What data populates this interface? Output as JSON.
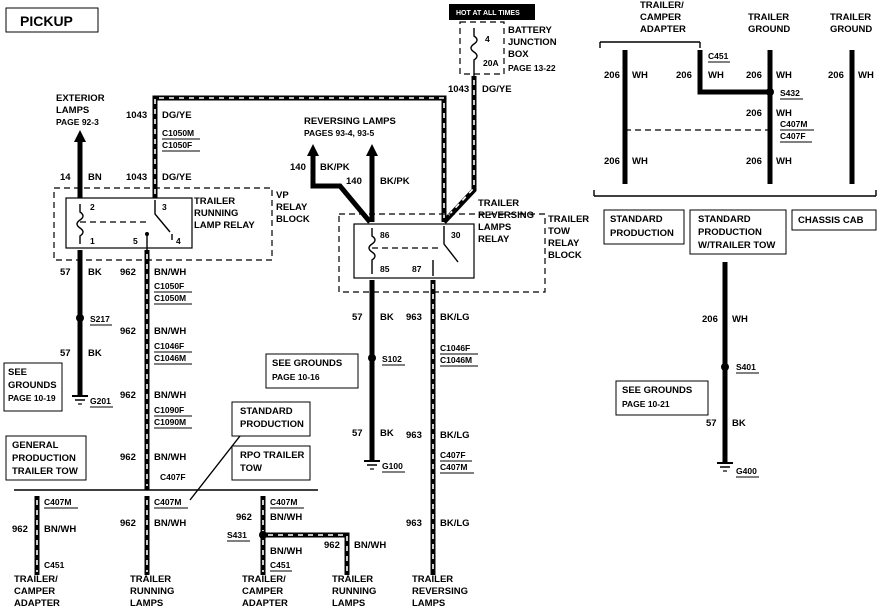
{
  "title": "PICKUP",
  "hot_label": "HOT AT ALL TIMES",
  "battery_box": {
    "name_l1": "BATTERY",
    "name_l2": "JUNCTION",
    "name_l3": "BOX",
    "page": "PAGE  13-22",
    "pin": "4",
    "fuse": "20A"
  },
  "exterior_lamps": {
    "l1": "EXTERIOR",
    "l2": "LAMPS",
    "page": "PAGE 92-3"
  },
  "reversing_lamps_top": {
    "l1": "REVERSING LAMPS",
    "pages": "PAGES 93-4, 93-5"
  },
  "vp_relay_block": {
    "l1": "VP",
    "l2": "RELAY",
    "l3": "BLOCK"
  },
  "running_relay": {
    "l1": "TRAILER",
    "l2": "RUNNING",
    "l3": "LAMP RELAY",
    "pins": [
      "2",
      "3",
      "1",
      "5",
      "4"
    ]
  },
  "reversing_relay": {
    "l1": "TRAILER",
    "l2": "REVERSING",
    "l3": "LAMPS",
    "l4": "RELAY",
    "pins": [
      "86",
      "30",
      "85",
      "87"
    ]
  },
  "tow_relay_block": {
    "l1": "TRAILER",
    "l2": "TOW",
    "l3": "RELAY",
    "l4": "BLOCK"
  },
  "wires": {
    "w1043_dgye": {
      "circuit": "1043",
      "color": "DG/YE"
    },
    "w14_bn": {
      "circuit": "14",
      "color": "BN"
    },
    "w140_bkpk": {
      "circuit": "140",
      "color": "BK/PK"
    },
    "w57_bk": {
      "circuit": "57",
      "color": "BK"
    },
    "w962_bnwh": {
      "circuit": "962",
      "color": "BN/WH"
    },
    "w963_bklg": {
      "circuit": "963",
      "color": "BK/LG"
    },
    "w206_wh": {
      "circuit": "206",
      "color": "WH"
    }
  },
  "connectors": {
    "c1050m": "C1050M",
    "c1050f": "C1050F",
    "c1046f": "C1046F",
    "c1046m": "C1046M",
    "c1090f": "C1090F",
    "c1090m": "C1090M",
    "c407f": "C407F",
    "c407m": "C407M",
    "c451": "C451"
  },
  "splices": {
    "s217": "S217",
    "s102": "S102",
    "s431": "S431",
    "s432": "S432",
    "s401": "S401"
  },
  "grounds": {
    "g201": "G201",
    "g100": "G100",
    "g400": "G400"
  },
  "see_grounds": [
    {
      "l1": "SEE",
      "l2": "GROUNDS",
      "page": "PAGE 10-19"
    },
    {
      "l1": "SEE GROUNDS",
      "page": "PAGE 10-16"
    },
    {
      "l1": "SEE GROUNDS",
      "page": "PAGE 10-21"
    }
  ],
  "option_boxes": {
    "general_production": {
      "l1": "GENERAL",
      "l2": "PRODUCTION",
      "l3": "TRAILER TOW"
    },
    "standard_production_mid": {
      "l1": "STANDARD",
      "l2": "PRODUCTION"
    },
    "rpo_trailer_tow": {
      "l1": "RPO TRAILER",
      "l2": "TOW"
    },
    "standard_production_right": {
      "l1": "STANDARD",
      "l2": "PRODUCTION"
    },
    "standard_production_wtow": {
      "l1": "STANDARD",
      "l2": "PRODUCTION",
      "l3": "W/TRAILER TOW"
    },
    "chassis_cab": {
      "l1": "CHASSIS CAB"
    }
  },
  "top_right_headers": {
    "adapter": {
      "l1": "TRAILER/",
      "l2": "CAMPER",
      "l3": "ADAPTER"
    },
    "ground1": {
      "l1": "TRAILER",
      "l2": "GROUND"
    },
    "ground2": {
      "l1": "TRAILER",
      "l2": "GROUND"
    }
  },
  "bottom_labels": {
    "adapter1": {
      "l1": "TRAILER/",
      "l2": "CAMPER",
      "l3": "ADAPTER"
    },
    "running1": {
      "l1": "TRAILER",
      "l2": "RUNNING",
      "l3": "LAMPS"
    },
    "adapter2": {
      "l1": "TRAILER/",
      "l2": "CAMPER",
      "l3": "ADAPTER"
    },
    "running2": {
      "l1": "TRAILER",
      "l2": "RUNNING",
      "l3": "LAMPS"
    },
    "reversing": {
      "l1": "TRAILER",
      "l2": "REVERSING",
      "l3": "LAMPS"
    }
  }
}
